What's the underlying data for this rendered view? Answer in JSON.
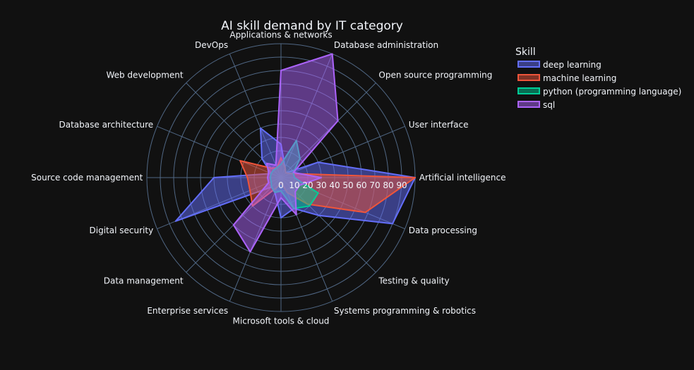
{
  "chart_data": {
    "type": "radar",
    "title": "AI skill demand by IT category",
    "categories": [
      "Artificial intelligence",
      "Data processing",
      "Testing & quality",
      "Systems programming & robotics",
      "Microsoft tools & cloud",
      "Enterprise services",
      "Data management",
      "Digital security",
      "Source code management",
      "Database architecture",
      "Web development",
      "DevOps",
      "Applications & networks",
      "Database administration",
      "Open source programming",
      "User interface"
    ],
    "radial_ticks": [
      0,
      10,
      20,
      30,
      40,
      50,
      60,
      70,
      80,
      90
    ],
    "radial_range": [
      0,
      100
    ],
    "legend": {
      "title": "Skill",
      "placement": "top-right"
    },
    "series": [
      {
        "name": "deep learning",
        "color": "#636efa",
        "values": [
          100,
          90,
          40,
          25,
          30,
          12,
          10,
          85,
          50,
          8,
          20,
          40,
          25,
          8,
          5,
          30
        ]
      },
      {
        "name": "machine learning",
        "color": "#ef553b",
        "values": [
          100,
          68,
          28,
          12,
          4,
          8,
          30,
          25,
          25,
          33,
          10,
          8,
          15,
          8,
          5,
          8
        ]
      },
      {
        "name": "python (programming language)",
        "color": "#00cc96",
        "values": [
          10,
          30,
          30,
          25,
          10,
          12,
          10,
          8,
          8,
          8,
          8,
          8,
          10,
          30,
          20,
          10
        ]
      },
      {
        "name": "sql",
        "color": "#ab63fa",
        "values": [
          30,
          15,
          15,
          30,
          15,
          60,
          50,
          10,
          10,
          10,
          15,
          10,
          80,
          100,
          60,
          10
        ]
      }
    ]
  }
}
